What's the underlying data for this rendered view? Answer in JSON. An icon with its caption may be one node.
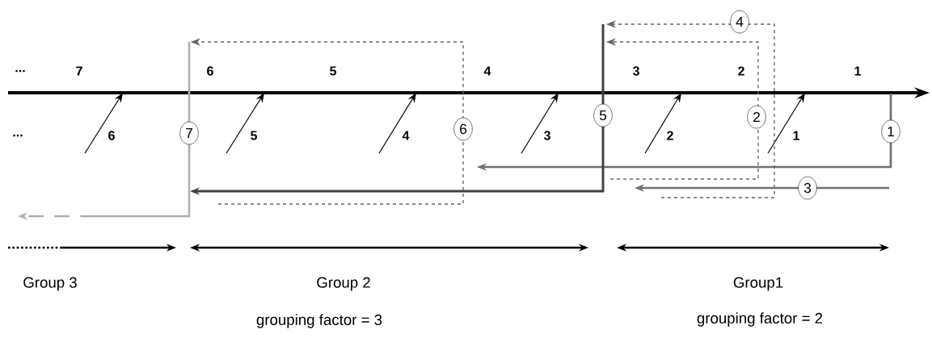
{
  "diagram": {
    "nodes": [
      {
        "text": [
          "4"
        ]
      },
      {
        "text": [
          "7"
        ]
      },
      {
        "text": [
          "6"
        ]
      },
      {
        "text": [
          "5"
        ]
      },
      {
        "text": [
          "2"
        ]
      },
      {
        "text": [
          "1"
        ]
      },
      {
        "text": [
          "3"
        ]
      }
    ],
    "labels": [
      "...",
      "7",
      "6",
      "5",
      "4",
      "3",
      "2",
      "1",
      "...",
      "6",
      "5",
      "4",
      "3",
      "2",
      "1",
      "Group 3",
      "Group 2",
      "Group1",
      "grouping factor = 3",
      "grouping factor = 2"
    ]
  }
}
